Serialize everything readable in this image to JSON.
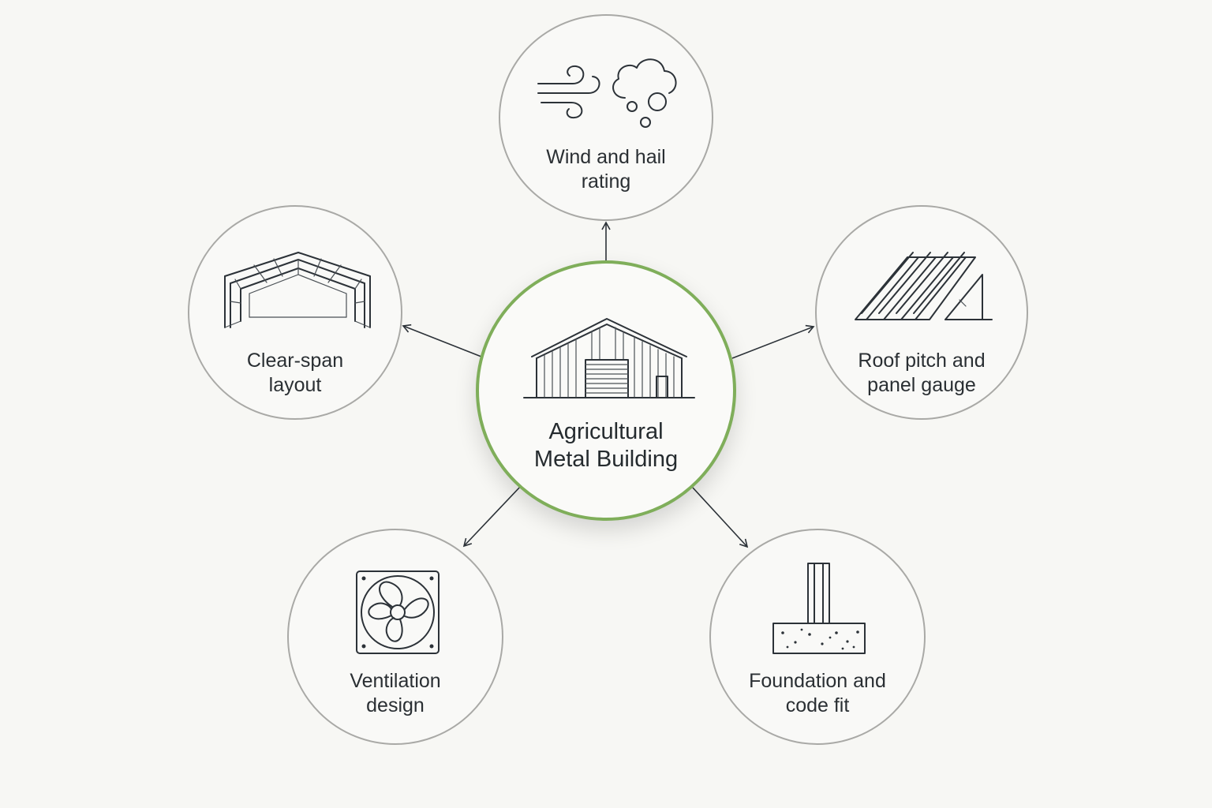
{
  "center": {
    "label": "Agricultural\nMetal Building",
    "icon": "barn-icon",
    "border_color": "#7fae5a"
  },
  "nodes": [
    {
      "id": "wind-hail",
      "label": "Wind and hail\nrating",
      "icon": "wind-hail-icon"
    },
    {
      "id": "clear-span",
      "label": "Clear-span\nlayout",
      "icon": "clear-span-frame-icon"
    },
    {
      "id": "roof-pitch",
      "label": "Roof pitch and\npanel gauge",
      "icon": "roof-panels-icon"
    },
    {
      "id": "ventilation",
      "label": "Ventilation\ndesign",
      "icon": "fan-icon"
    },
    {
      "id": "foundation",
      "label": "Foundation and\ncode fit",
      "icon": "foundation-column-icon"
    }
  ],
  "colors": {
    "background": "#f7f7f4",
    "node_border": "#a9a9a6",
    "text": "#2a2f33",
    "connector": "#2c3238"
  }
}
